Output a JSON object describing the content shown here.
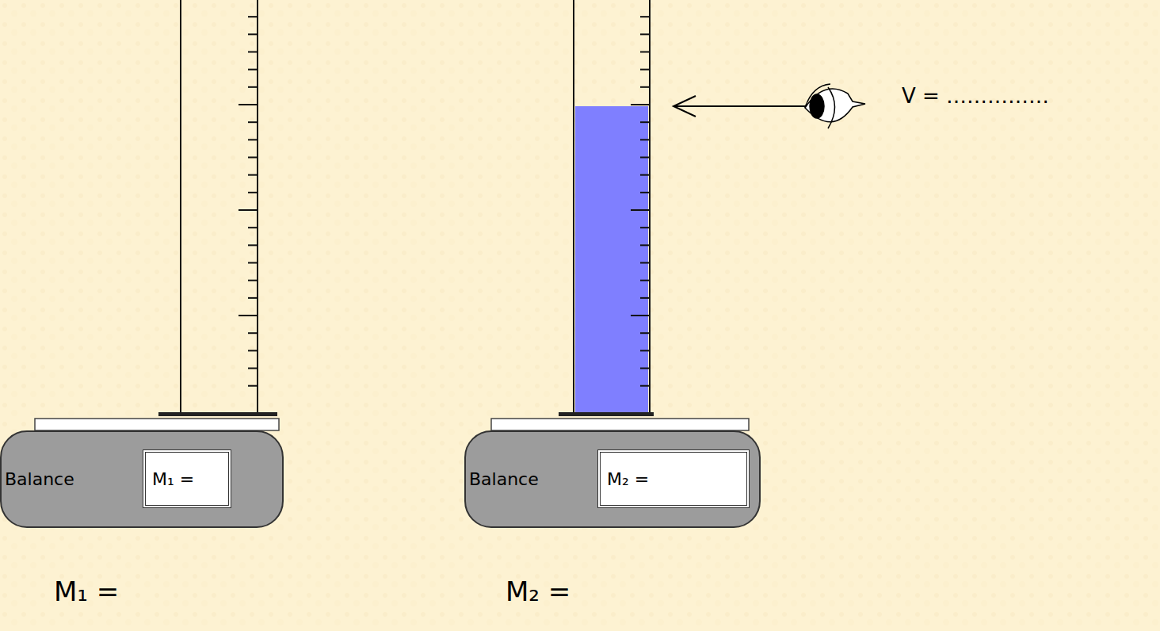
{
  "diagram": {
    "nodes": [
      {
        "text": [
          "Balance"
        ]
      },
      {
        "text": [
          "M₁ ="
        ],
        "in": 0
      },
      {
        "text": [
          "Balance"
        ]
      },
      {
        "text": [
          "M₂ ="
        ],
        "in": 2
      }
    ],
    "labels": [
      "M₁ =",
      "M₂ =",
      "V = ……………"
    ]
  }
}
